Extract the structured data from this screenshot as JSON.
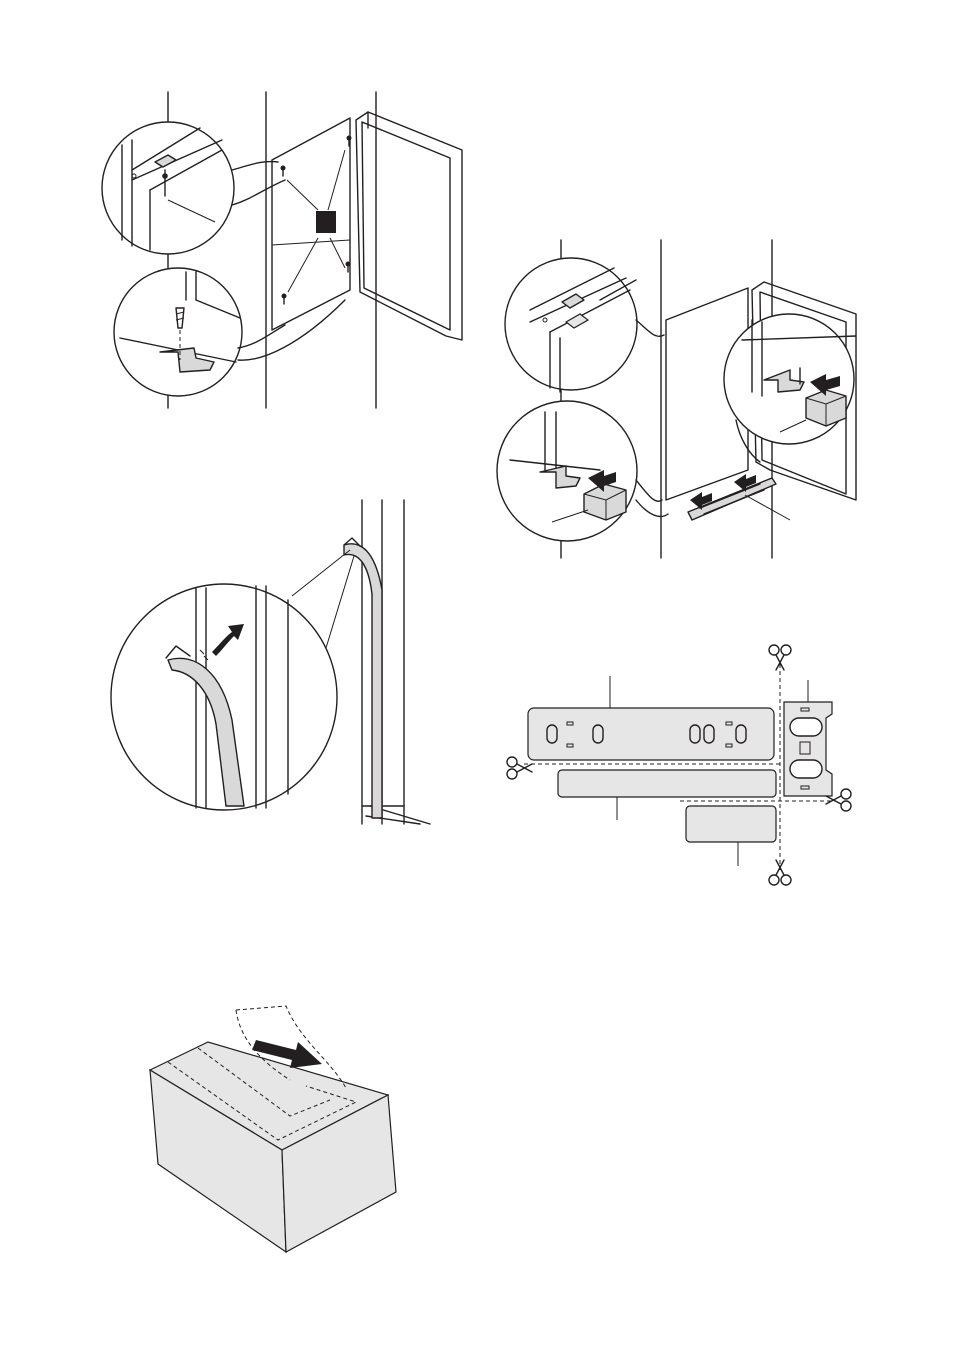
{
  "page": {
    "background": "#ffffff"
  },
  "colors": {
    "line": "#231f20",
    "part_fill": "#d9d9d9",
    "marker_fill": "#231f20"
  },
  "figures": [
    {
      "name": "cabinet-screw-mounting",
      "icons": [
        "screw-icon",
        "hinge-bracket-icon",
        "magnifier-callout-icon",
        "marker-square-icon"
      ]
    },
    {
      "name": "seal-strip-insertion",
      "icons": [
        "seal-strip-icon",
        "motion-arrow-icon",
        "magnifier-callout-icon"
      ]
    },
    {
      "name": "foam-block-placement",
      "icons": [
        "foam-block-icon",
        "push-arrow-icon",
        "vent-grille-icon",
        "magnifier-callout-icon"
      ]
    },
    {
      "name": "cut-trim-parts",
      "icons": [
        "scissors-icon",
        "trim-plate-icon",
        "cut-line-icon"
      ]
    },
    {
      "name": "carton-tape-removal",
      "icons": [
        "carton-icon",
        "tape-strip-icon",
        "pull-arrow-icon"
      ]
    }
  ]
}
